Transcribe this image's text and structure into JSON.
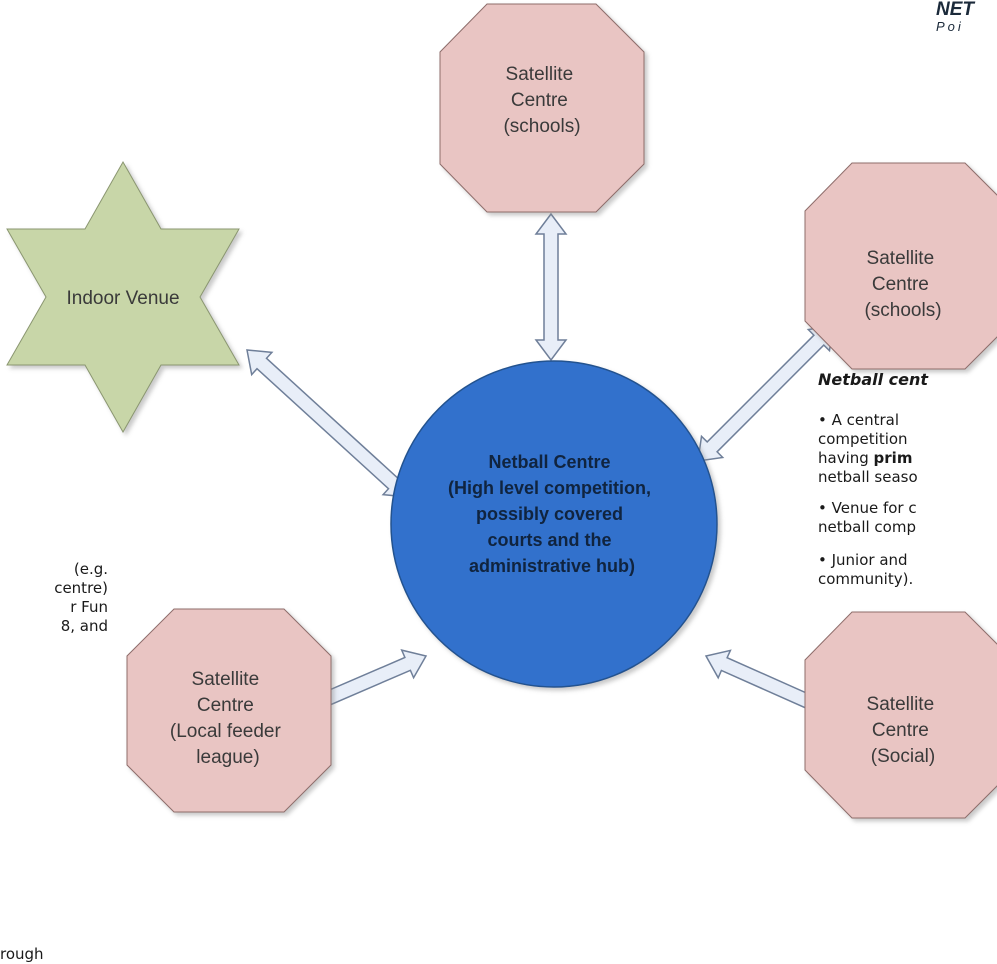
{
  "brand": {
    "line1": "NET",
    "line2": "Poi"
  },
  "nodes": {
    "hub": {
      "lines": [
        "Netball Centre",
        "(High level competition,",
        "possibly covered",
        "courts and the",
        "administrative hub)"
      ],
      "color": "#3371cc"
    },
    "indoor_venue": {
      "lines": [
        "Indoor Venue"
      ],
      "color": "#c8d6a8"
    },
    "satellite_top": {
      "lines": [
        "Satellite",
        "Centre",
        "(schools)"
      ],
      "color": "#e9c5c3"
    },
    "satellite_right": {
      "lines": [
        "Satellite",
        "Centre",
        "(schools)"
      ],
      "color": "#e9c5c3"
    },
    "satellite_bottom_left": {
      "lines": [
        "Satellite",
        "Centre",
        "(Local feeder",
        "league)"
      ],
      "color": "#e9c5c3"
    },
    "satellite_bottom_right": {
      "lines": [
        "Satellite",
        "Centre",
        "(Social)"
      ],
      "color": "#e9c5c3"
    }
  },
  "arrow_color": "#e8eef8",
  "right_text": {
    "heading": "Netball cent",
    "bullet1_line1": "• A    central",
    "bullet1_line2": "competition",
    "bullet1_line3_pre": "having ",
    "bullet1_line3_bold": "prim",
    "bullet1_line4": "netball seaso",
    "bullet2_line1": "• Venue for c",
    "bullet2_line2": "netball comp",
    "bullet3_line1": "• Junior and",
    "bullet3_line2": "community)."
  },
  "left_text": {
    "line1": "(e.g.",
    "line2": "centre)",
    "line3": "r    Fun",
    "line4": "8, and",
    "line5": "rough"
  }
}
